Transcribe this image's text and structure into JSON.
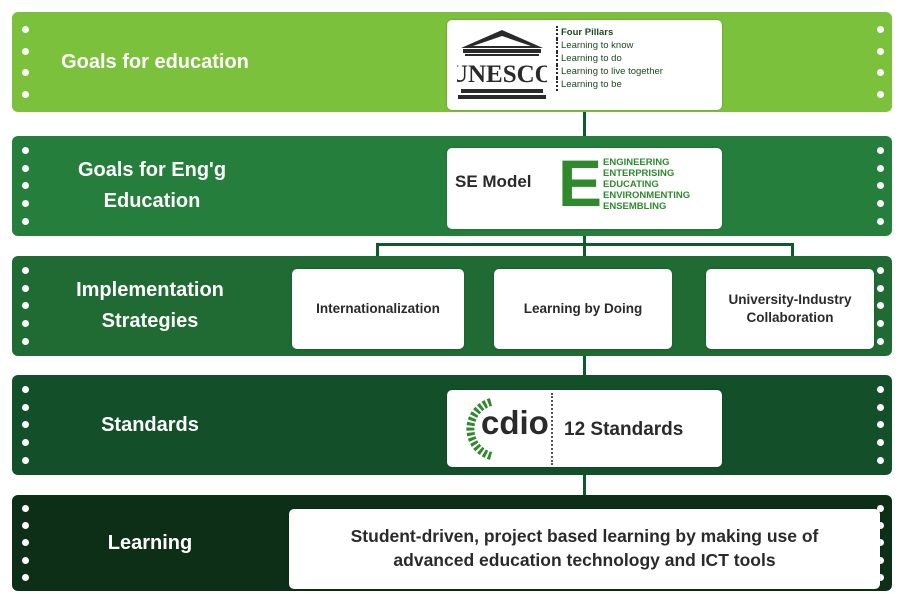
{
  "colors": {
    "band1": "#7cc13c",
    "band2": "#267e3c",
    "band3": "#1f6b33",
    "band4": "#13502a",
    "band5": "#0d2f18",
    "connector": "#0d5a2b",
    "accent_green": "#2f8a2e"
  },
  "bands": [
    {
      "label": "Goals for education"
    },
    {
      "label": "Goals for Eng'g Education"
    },
    {
      "label": "Implementation Strategies"
    },
    {
      "label": "Standards"
    },
    {
      "label": "Learning"
    }
  ],
  "unesco": {
    "logo_text": "UNESCO",
    "pillars_title": "Four Pillars",
    "pillars": [
      "Learning to know",
      "Learning to do",
      "Learning to live together",
      "Learning to be"
    ]
  },
  "se_model": {
    "label": "SE Model",
    "big_letter": "E",
    "words": [
      "ENGINEERING",
      "ENTERPRISING",
      "EDUCATING",
      "ENVIRONMENTING",
      "ENSEMBLING"
    ]
  },
  "strategies": [
    "Internationalization",
    "Learning by Doing",
    "University-Industry Collaboration"
  ],
  "cdio": {
    "logo_text": "cdio",
    "standards": "12 Standards"
  },
  "learning_text": "Student-driven, project based learning by making use of advanced education technology and ICT tools"
}
